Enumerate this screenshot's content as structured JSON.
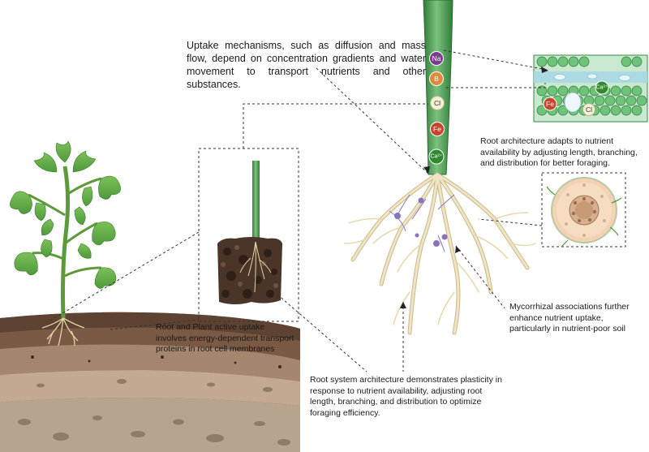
{
  "annotations": {
    "uptake_mechanisms": "Uptake mechanisms, such as diffusion and mass flow, depend on concentration gradients and water movement to transport nutrients and other substances.",
    "root_architecture_adapts": "Root architecture adapts to nutrient availability by adjusting length, branching, and distribution for better foraging.",
    "active_uptake": "Root and Plant active uptake involves energy-dependent transport proteins in root cell membranes",
    "mycorrhizal": "Mycorrhizal associations further enhance nutrient uptake, particularly in nutrient-poor soil",
    "root_system_plasticity": "Root system architecture demonstrates plasticity in response to nutrient availability, adjusting root length, branching, and distribution to optimize foraging efficiency."
  },
  "ions": {
    "stem": [
      "Na",
      "B",
      "Cl",
      "Fe",
      "Ca²⁺"
    ],
    "cells": [
      "Fe",
      "Ca²⁺",
      "Cl"
    ]
  },
  "colors": {
    "stem_green": "#4a9a4f",
    "root_cream": "#e9dcb4",
    "na": "#7a3e8a",
    "b": "#e08a3c",
    "cl": "#f4f0d2",
    "fe": "#c8452c",
    "ca": "#2f8a2f",
    "soil_dark": "#4a3528",
    "fungal": "#8a74b8"
  }
}
